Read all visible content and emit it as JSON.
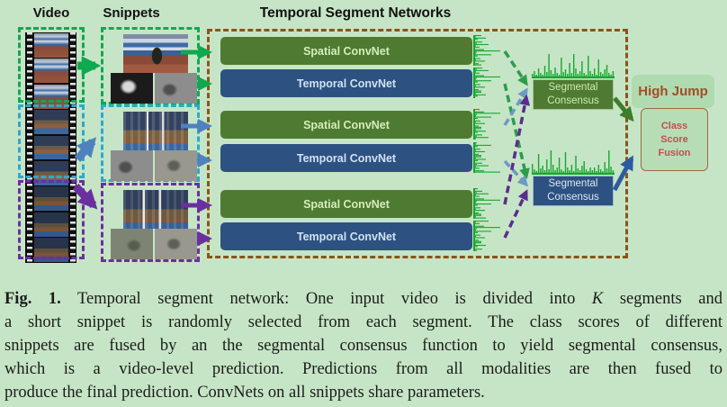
{
  "headers": {
    "video": "Video",
    "snippets": "Snippets",
    "tsn_title": "Temporal Segment Networks"
  },
  "tsn": {
    "rows": [
      {
        "label": "Spatial ConvNet"
      },
      {
        "label": "Temporal ConvNet"
      },
      {
        "label": "Spatial ConvNet"
      },
      {
        "label": "Temporal ConvNet"
      },
      {
        "label": "Spatial ConvNet"
      },
      {
        "label": "Temporal ConvNet"
      }
    ]
  },
  "consensus": {
    "spatial_label": "Segmental Consensus",
    "temporal_label": "Segmental Consensus"
  },
  "prediction": {
    "class_label": "High Jump",
    "fusion_label": "Class Score Fusion"
  },
  "caption": {
    "tag": "Fig. 1.",
    "line1_pre_k": "Temporal segment network: One input video is divided into",
    "line1_k": "K",
    "line1_post": "segments and",
    "line2": "a short snippet is randomly selected from each segment. The class scores of different",
    "line3": "snippets are fused by an the segmental consensus function to yield segmental consensus,",
    "line4": "which is a video-level prediction. Predictions from all modalities are then fused to",
    "line5": "produce the final prediction. ConvNets on all snippets share parameters."
  },
  "colors": {
    "page_bg": "#c6e5c6",
    "segment1_green": "#0fa94f",
    "segment2_cyan": "#2aa9cf",
    "segment2_arrow_blue": "#4f81bd",
    "segment3_purple": "#6a30a0",
    "spatial_fill": "#4e7b31",
    "temporal_fill": "#2d5181",
    "tsn_border_brown": "#8a5418",
    "hist_green": "#17a62f",
    "dash_green": "#2d9c4c",
    "dash_steel": "#6b9ac4",
    "dash_purple": "#5b2d8e",
    "fusion_arrow_green": "#3e7d2a",
    "fusion_arrow_blue": "#2e5b9e",
    "class_text": "#a14e28",
    "fusion_text": "#c0504d"
  },
  "histograms": {
    "consensus": [
      3,
      6,
      2,
      9,
      4,
      2,
      12,
      5,
      25,
      7,
      3,
      10,
      4,
      2,
      21,
      5,
      8,
      3,
      15,
      4,
      26,
      9,
      3,
      6,
      17,
      4,
      2,
      23,
      6,
      3,
      9,
      2,
      19,
      5,
      3,
      8,
      13,
      4,
      2,
      6
    ],
    "row": [
      9,
      3,
      14,
      5,
      2,
      10,
      4,
      17,
      3,
      7,
      2,
      12,
      30,
      4,
      3,
      20,
      5,
      2,
      8,
      3,
      13,
      2,
      6,
      9
    ]
  }
}
